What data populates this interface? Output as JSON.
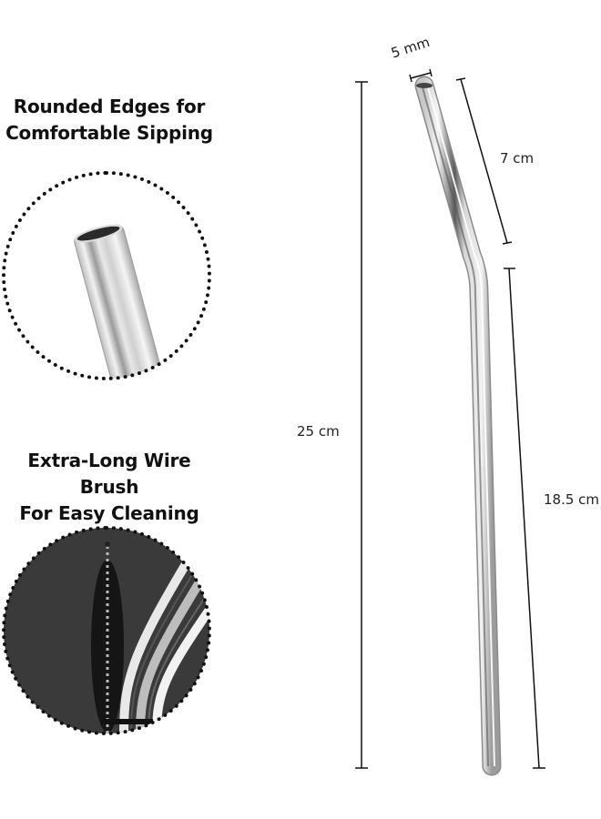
{
  "features": [
    {
      "title_line1": "Rounded Edges for",
      "title_line2": "Comfortable Sipping",
      "image": "straw-tip-closeup"
    },
    {
      "title_line1": "Extra-Long Wire Brush",
      "title_line2": "For Easy Cleaning",
      "image": "cleaning-brush-with-straws"
    }
  ],
  "dimensions": {
    "diameter": "5 mm",
    "bent_section": "7 cm",
    "total_length": "25 cm",
    "straight_section": "18.5 cm"
  },
  "colors": {
    "text": "#111111",
    "background": "#ffffff",
    "brush_photo_bg": "#3a3a3a",
    "steel_light": "#e6e6e6",
    "steel_dark": "#5a5a5a"
  }
}
